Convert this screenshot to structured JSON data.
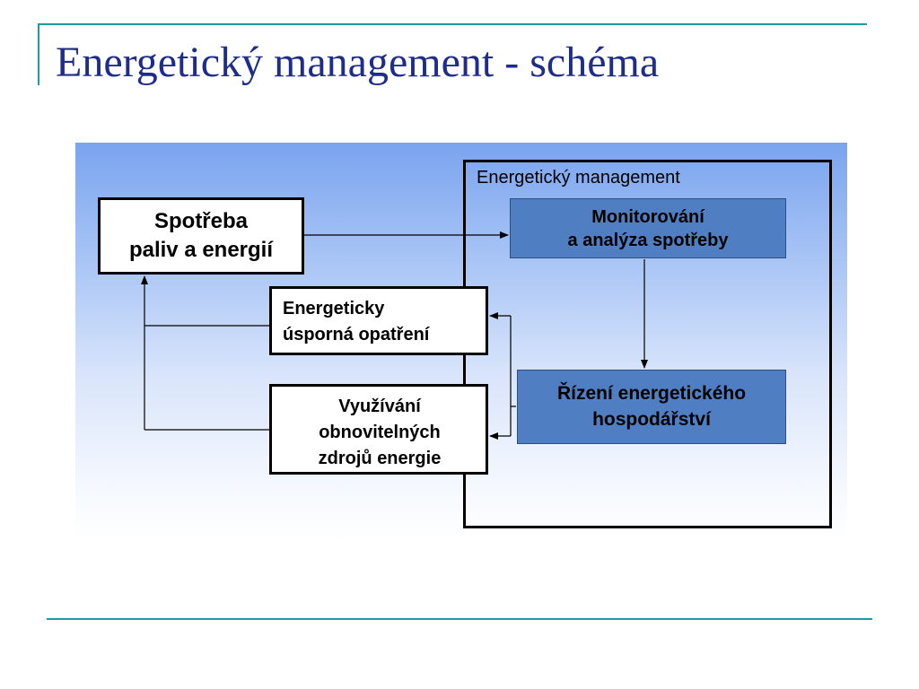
{
  "slide": {
    "title": "Energetický management - schéma",
    "accent_color": "#1e9c9c",
    "title_color": "#1f2d8a"
  },
  "diagram": {
    "frame_label": "Energetický management",
    "boxes": {
      "consumption": "Spotřeba\npaliv a energií",
      "savings": "Energeticky\núsporná opatření",
      "renewables": "Využívání\nobnovitelných\nzdrojů energie",
      "monitoring": "Monitorování\na analýza spotřeby",
      "control": "Řízení energetického\nhospodářství"
    },
    "colors": {
      "blue_box": "#4f7fc2",
      "background_top": "#7aa4ef",
      "background_bottom": "#ffffff"
    }
  }
}
